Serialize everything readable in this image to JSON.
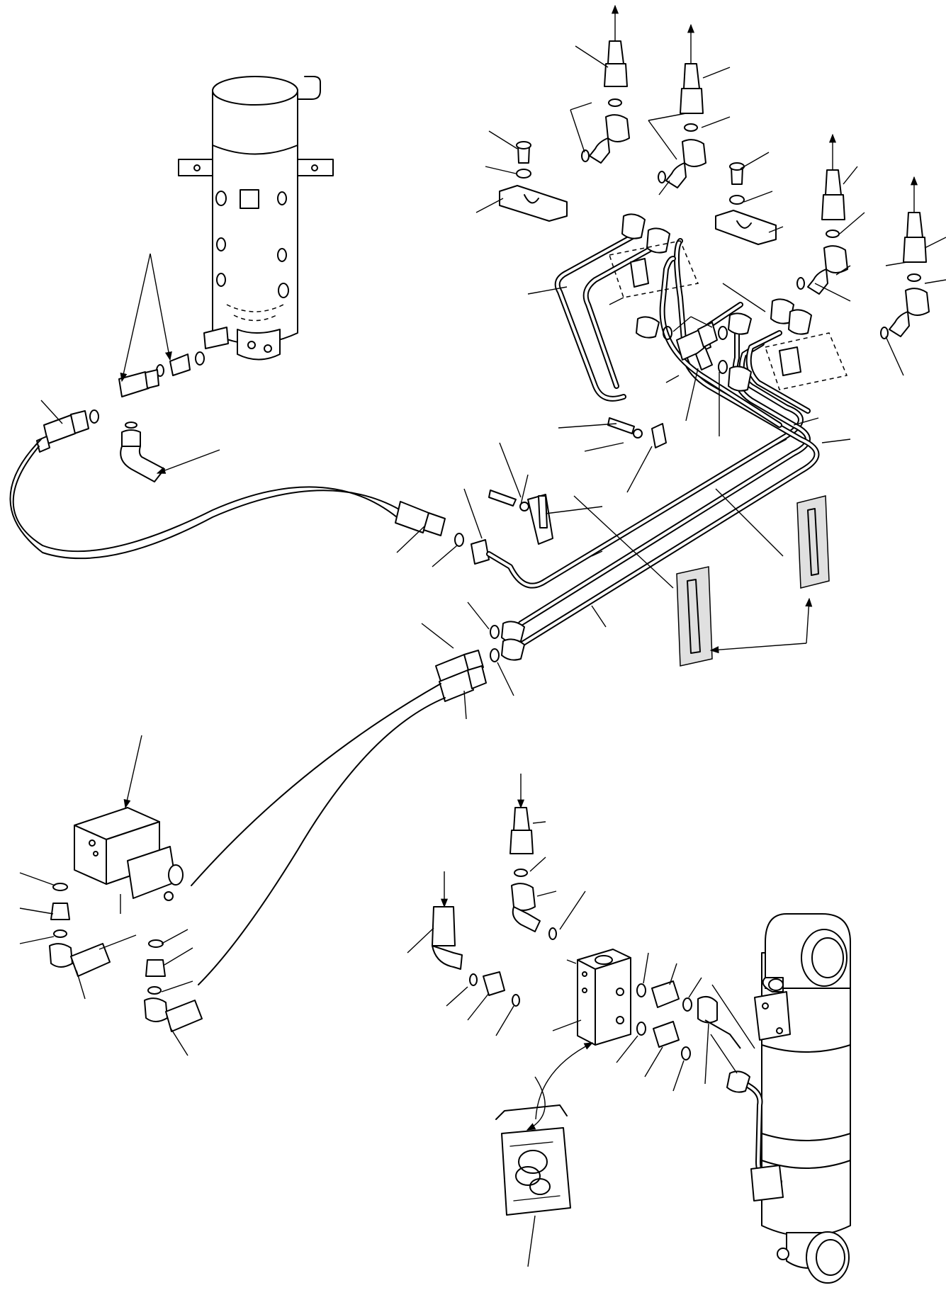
{
  "diagram": {
    "components": [
      "swivel-joint",
      "hydraulic-tubes",
      "hose-fittings",
      "tube-clamps",
      "solenoid-valve",
      "check-valve-block",
      "hydraulic-cylinder",
      "seal-kit"
    ],
    "colors": {
      "line": "#000000",
      "background": "#ffffff"
    }
  }
}
